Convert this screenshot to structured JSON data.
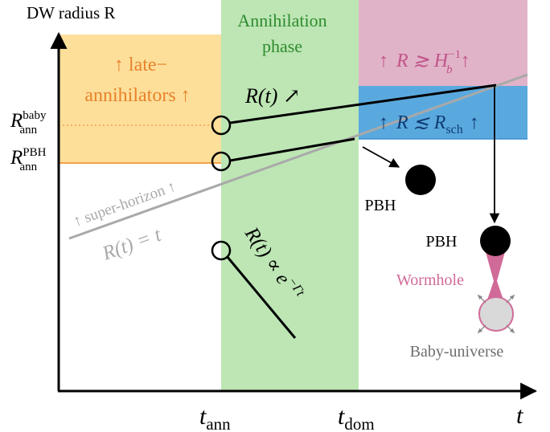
{
  "axes": {
    "y_label": "DW radius R",
    "x_label": "t",
    "t_ann": {
      "base": "t",
      "sub": "ann"
    },
    "t_dom": {
      "base": "t",
      "sub": "dom"
    },
    "r_ann_baby": {
      "base": "R",
      "sub": "ann",
      "sup": "baby"
    },
    "r_ann_pbh": {
      "base": "R",
      "sub": "ann",
      "sup": "PBH"
    }
  },
  "regions": {
    "annihilation": {
      "line1": "Annihilation",
      "line2": "phase",
      "color": "#bde6b4",
      "text_color": "#2e8b2e"
    },
    "late": {
      "line1": "↑ late−",
      "line2": "annihilators ↑",
      "color": "#fddf9a",
      "text_color": "#e8822a"
    },
    "hubble": {
      "arrow_l": "↑",
      "expr": "R ≳ H",
      "sub": "b",
      "sup": "−1",
      "arrow_r": "↑",
      "color": "#e0b3c8",
      "text_color": "#c2548a"
    },
    "sch": {
      "arrow_l": "↑",
      "expr": "R ≲ R",
      "sub": "sch",
      "arrow_r": "↑",
      "color": "#5aa9de",
      "text_color": "#0f3c73"
    }
  },
  "labels": {
    "super_horizon": "↑ super-horizon ↑",
    "rt_eq_t": "R(t) = t",
    "rt_grow": "R(t) ↗",
    "rt_decay": {
      "base": "R(t) ∝ e",
      "sup": "−Γt"
    },
    "pbh_1": "PBH",
    "pbh_2": "PBH",
    "wormhole": "Wormhole",
    "baby_universe": "Baby-universe"
  },
  "colors": {
    "axis": "#000000",
    "horizon_line": "#a9a9a9",
    "wormhole": "#d06a98",
    "baby": "#d9d9d9",
    "baby_text": "#6e6e6e"
  }
}
